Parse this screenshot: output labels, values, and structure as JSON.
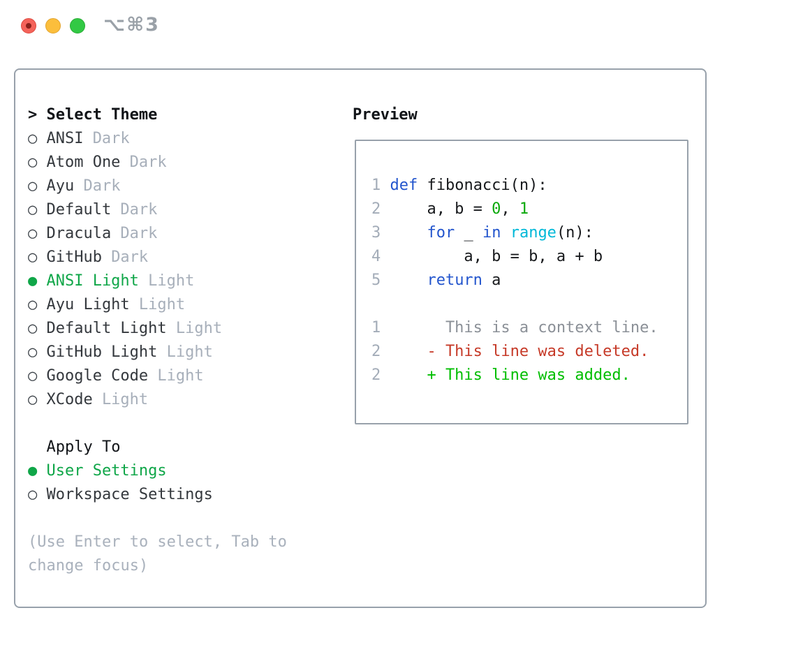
{
  "titlebar": {
    "shortcut": "⌥⌘3"
  },
  "panel": {
    "theme_list": {
      "header_marker": ">",
      "header": "Select Theme",
      "items": [
        {
          "marker": "○",
          "label": "ANSI",
          "tag": "Dark",
          "selected": false
        },
        {
          "marker": "○",
          "label": "Atom One",
          "tag": "Dark",
          "selected": false
        },
        {
          "marker": "○",
          "label": "Ayu",
          "tag": "Dark",
          "selected": false
        },
        {
          "marker": "○",
          "label": "Default",
          "tag": "Dark",
          "selected": false
        },
        {
          "marker": "○",
          "label": "Dracula",
          "tag": "Dark",
          "selected": false
        },
        {
          "marker": "○",
          "label": "GitHub",
          "tag": "Dark",
          "selected": false
        },
        {
          "marker": "●",
          "label": "ANSI Light",
          "tag": "Light",
          "selected": true
        },
        {
          "marker": "○",
          "label": "Ayu Light",
          "tag": "Light",
          "selected": false
        },
        {
          "marker": "○",
          "label": "Default Light",
          "tag": "Light",
          "selected": false
        },
        {
          "marker": "○",
          "label": "GitHub Light",
          "tag": "Light",
          "selected": false
        },
        {
          "marker": "○",
          "label": "Google Code",
          "tag": "Light",
          "selected": false
        },
        {
          "marker": "○",
          "label": "XCode",
          "tag": "Light",
          "selected": false
        }
      ]
    },
    "apply_to": {
      "header": "Apply To",
      "options": [
        {
          "marker": "●",
          "label": "User Settings",
          "selected": true
        },
        {
          "marker": "○",
          "label": "Workspace Settings",
          "selected": false
        }
      ]
    },
    "hint": "(Use Enter to select, Tab to change focus)"
  },
  "preview": {
    "header": "Preview",
    "code": [
      {
        "num": "1",
        "tokens": [
          {
            "t": "def"
          },
          {
            "t": " fibonacci(n):"
          }
        ]
      },
      {
        "num": "2",
        "tokens": [
          {
            "t": "    a, b = "
          },
          {
            "t": "0"
          },
          {
            "t": ", "
          },
          {
            "t": "1"
          }
        ]
      },
      {
        "num": "3",
        "tokens": [
          {
            "t": "    "
          },
          {
            "t": "for"
          },
          {
            "t": " _ "
          },
          {
            "t": "in"
          },
          {
            "t": " "
          },
          {
            "t": "range"
          },
          {
            "t": "(n):"
          }
        ]
      },
      {
        "num": "4",
        "tokens": [
          {
            "t": "        a, b = b, a + b"
          }
        ]
      },
      {
        "num": "5",
        "tokens": [
          {
            "t": "    "
          },
          {
            "t": "return"
          },
          {
            "t": " a"
          }
        ]
      }
    ],
    "diff": [
      {
        "num": "1",
        "text": "      This is a context line.",
        "kind": "context"
      },
      {
        "num": "2",
        "text": "    - This line was deleted.",
        "kind": "deleted"
      },
      {
        "num": "2",
        "text": "    + This line was added.",
        "kind": "added"
      }
    ]
  },
  "colors": {
    "keyword_blue": "#2355cd",
    "builtin_cyan": "#00b8d8",
    "number_green": "#0aa80a",
    "selected_green": "#0fa648",
    "diff_added_green": "#00be00",
    "diff_deleted_red": "#c63a28",
    "diff_context_gray": "#8b9097",
    "tag_gray": "#a7afba",
    "border_gray": "#98a1ab",
    "traffic_red": "#f4635a",
    "traffic_yellow": "#fbbe3c",
    "traffic_green": "#32c944"
  }
}
